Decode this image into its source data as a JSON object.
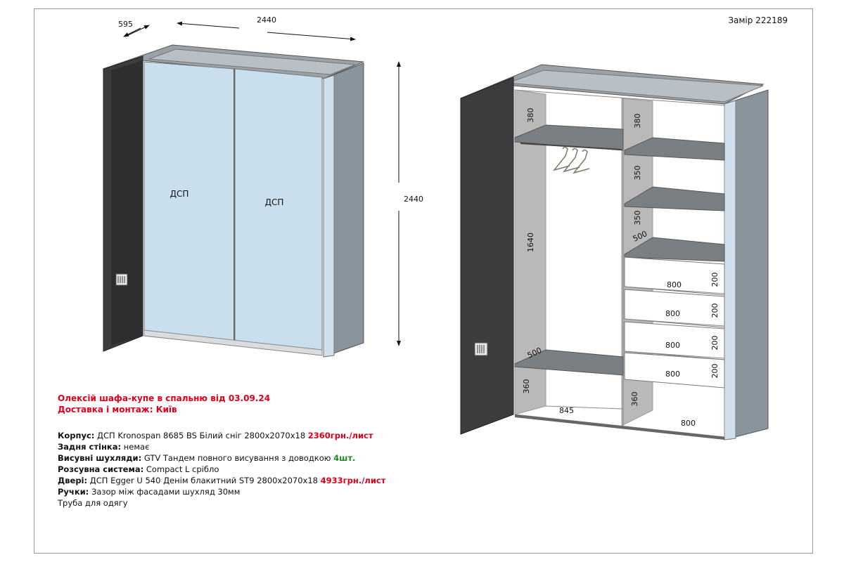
{
  "header": {
    "order_id": "Замір 222189"
  },
  "left_view": {
    "dim_depth": "595",
    "dim_width": "2440",
    "dim_height": "2440",
    "door_left_label": "ДСП",
    "door_right_label": "ДСП"
  },
  "right_view": {
    "left_section": {
      "top_shelf": "380",
      "hanging": "1640",
      "bottom_depth": "500",
      "bottom_shelf": "360",
      "width": "845"
    },
    "right_section": {
      "shelf_1": "380",
      "shelf_2": "350",
      "shelf_3": "350",
      "shelf_depth": "500",
      "drawers": [
        {
          "height": "200",
          "width": "800"
        },
        {
          "height": "200",
          "width": "800"
        },
        {
          "height": "200",
          "width": "800"
        },
        {
          "height": "200",
          "width": "800"
        }
      ],
      "bottom_shelf": "360",
      "bottom_width": "800"
    }
  },
  "title": {
    "line1": "Олексій шафа-купе в спальню від 03.09.24",
    "line2": "Доставка і монтаж: Київ"
  },
  "specs": {
    "body_label": "Корпус:",
    "body_text": " ДСП Kronospan 8685 BS Білий сніг 2800x2070x18 ",
    "body_price": "2360грн./лист",
    "back_label": "Задня стінка:",
    "back_text": " немає",
    "drawers_label": "Висувні шухляди:",
    "drawers_text": " GTV Тандем повного висування з доводкою ",
    "drawers_qty": "4шт.",
    "sliding_label": "Розсувна система:",
    "sliding_text": " Compact L срібло",
    "doors_label": "Двері:",
    "doors_text": " ДСП Egger U 540 Денім блакитний ST9 2800x2070x18 ",
    "doors_price": "4933грн./лист",
    "handles_label": "Ручки:",
    "handles_text": " Зазор між фасадами шухляд 30мм",
    "rail_text": "Труба для одягу"
  },
  "colors": {
    "side_dark": "#3c3c3e",
    "side_light": "#e0e4e8",
    "blue_door": "#c9dfee",
    "grey_panel": "#8a949c",
    "red_text": "#e0001b",
    "green_text": "#1c8a1c"
  }
}
